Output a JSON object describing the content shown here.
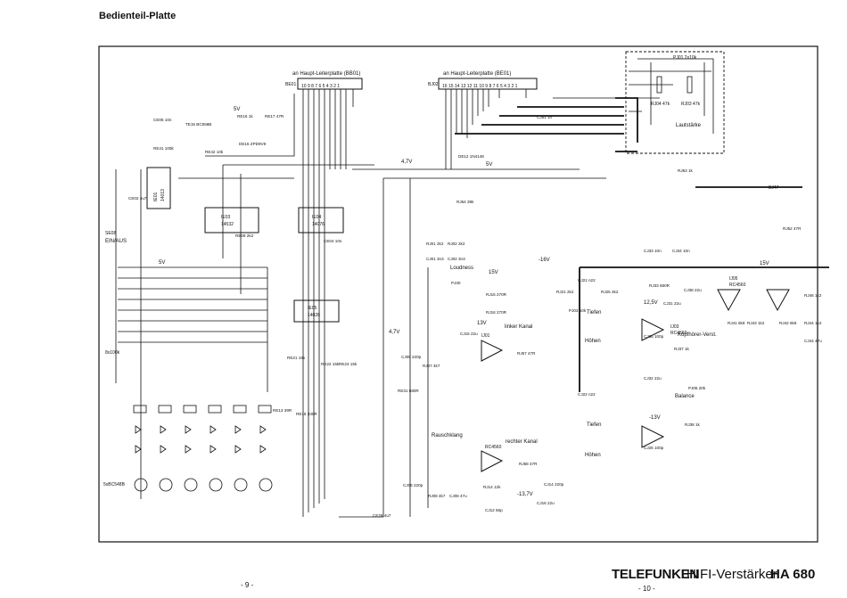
{
  "page": {
    "title": "Bedienteil-Platte",
    "brand": "TELEFUNKEN",
    "model_line": "HIFI-Verstärker",
    "model_number": "HA 680",
    "page_left": "- 9 -",
    "page_right": "- 10 -"
  },
  "connectors": [
    {
      "id": "bd01",
      "label": "an Haupt-Leiterplatte (BB01)",
      "ref": "BE01",
      "pins": "10 9 8 7 6 5 4 3 2 1"
    },
    {
      "id": "bj02",
      "label": "an Haupt-Leiterplatte (BE01)",
      "ref": "BJ02",
      "pins": "16 15 14 13 12 11 10 9 8 7 6 5 4 3 2 1"
    }
  ],
  "ics": [
    {
      "id": "ie01",
      "name": "IE01",
      "part": "14013"
    },
    {
      "id": "ie03",
      "name": "IE03",
      "part": "14532"
    },
    {
      "id": "ie04",
      "name": "IE04",
      "part": "14076"
    },
    {
      "id": "ie05",
      "name": "IE05",
      "part": "14028"
    },
    {
      "id": "ij01",
      "name": "IJ01",
      "part": "RC4560"
    },
    {
      "id": "ij03",
      "name": "IJ03",
      "part": "RC4560"
    },
    {
      "id": "ij05",
      "name": "IJ05",
      "part": "RC4560"
    }
  ],
  "labels": {
    "linker_kanal": "linker Kanal",
    "rechter_kanal": "rechter Kanal",
    "loudness": "Loudness",
    "tiefen": "Tiefen",
    "hoehen": "Höhen",
    "balance": "Balance",
    "lautstaerke": "Lautstärke",
    "kopfhoerer": "Kopfhörer-Verst.",
    "rauschklang": "Rauschklang",
    "ein_aus": "EIN/AUS",
    "v_plus15": "15V",
    "v_minus16": "-16V",
    "v_5": "5V",
    "v_47": "4,7V",
    "v_125": "12,5V",
    "v_13": "13V",
    "v_minus13": "-13V",
    "v_minus137": "-13,7V",
    "bj47": "BJ47",
    "se08": "SE08",
    "re_bank": "8x100k",
    "te_bank": "5xBC548B"
  },
  "parts": {
    "ce05": "CE05 10n",
    "te15": "TE15 BC558B",
    "re16": "RE16 1k",
    "re17": "RE17 47R",
    "re41": "RE41 100k",
    "re42": "RE42 10k",
    "de15": "DE15 ZPD9V9",
    "ce02": "CE02 4u7",
    "re09": "RE09 2k2",
    "ce04": "CE04 10n",
    "re21": "RE21 15k",
    "re22": "RE22 15k",
    "re23": "RE23 15k",
    "re15": "RE15 330R",
    "ce26": "CE26 4u7",
    "de12": "DE12 1N4148",
    "rj54": "RJ54 39k",
    "rj01": "RJ01 2k2",
    "rj02": "RJ02 2k2",
    "cj01": "CJ01 3n3",
    "cj02": "CJ02 3n3",
    "pj30": "PJ30",
    "rj15": "RJ15 270R",
    "rj16": "RJ16 270R",
    "cj05": "CJ05 220p",
    "cj15": "CJ15 22u",
    "rj57": "RJ57 47R",
    "rj21": "RJ21 2k2",
    "rj25": "RJ25 2k2",
    "pj03": "PJ03 10k",
    "cj21": "CJ21 n22",
    "cj22": "CJ22 n22",
    "rj33": "RJ33 680R",
    "cj33": "CJ33 10n",
    "cj34": "CJ34 10n",
    "cj38": "CJ38 22u",
    "cj31": "CJ31 22u",
    "cj35": "CJ35 100p",
    "rj37": "RJ37 1k",
    "rj38": "RJ38 1k",
    "pj05": "PJ05 20k",
    "rj41": "RJ41 6k8",
    "rj42": "RJ42 6k8",
    "rj43": "RJ43 1k2",
    "rj44": "RJ44 1k2",
    "cj44": "CJ44 47u",
    "rj46": "RJ46 1k2",
    "rj52": "RJ52 47R",
    "rj53": "RJ53 1k",
    "cj26": "CJ26 100p",
    "cj32": "CJ32 22u",
    "rj58": "RJ58 47R",
    "cj16": "CJ16 22u",
    "cj12": "CJ12 56p",
    "cj06": "CJ06 220p",
    "rj08": "RJ08 4k7",
    "rj07": "RJ07 4k7",
    "cj08": "CJ08 47u",
    "rj14": "RJ14 12k",
    "cj14": "CJ14 220p",
    "re31": "RE31 680R",
    "re13": "RE13 39R",
    "pj01": "PJ01 2x10k",
    "rj04": "RJ04 47k",
    "rj03": "RJ03 47k",
    "cj51": "CJ51 1n"
  }
}
